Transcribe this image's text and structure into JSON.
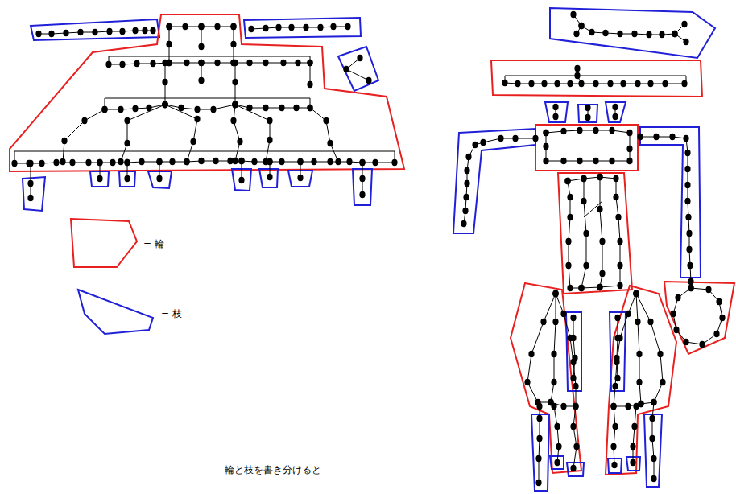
{
  "diagram": {
    "caption": "輪と枝を書き分けると",
    "legend": [
      {
        "text": "= 輪"
      },
      {
        "text": "= 枝"
      }
    ]
  }
}
